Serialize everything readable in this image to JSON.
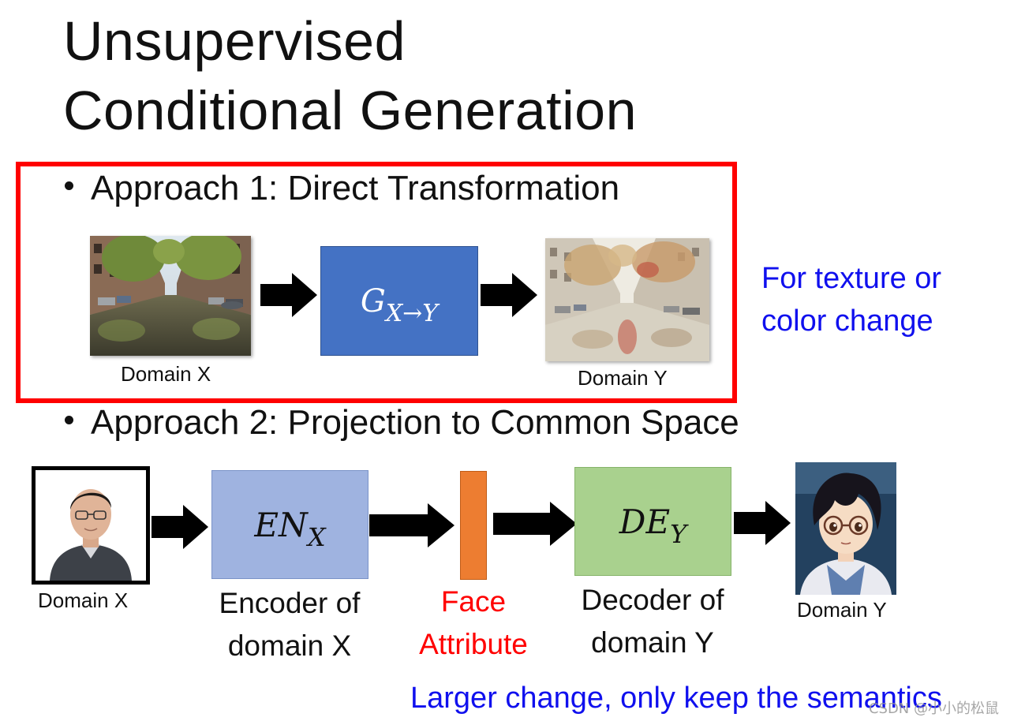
{
  "title": {
    "line1": "Unsupervised",
    "line2": "Conditional Generation"
  },
  "approach1": {
    "heading": "Approach 1: Direct Transformation",
    "domain_x_label": "Domain X",
    "domain_y_label": "Domain Y",
    "generator": {
      "main": "G",
      "sub": "X→Y"
    },
    "note_line1": "For texture or",
    "note_line2": "color change",
    "colors": {
      "generator_box": "#4472c4",
      "highlight_border": "#ff0000"
    }
  },
  "approach2": {
    "heading": "Approach 2: Projection to Common Space",
    "domain_x_label": "Domain X",
    "domain_y_label": "Domain Y",
    "encoder": {
      "main": "EN",
      "sub": "X",
      "caption_line1": "Encoder of",
      "caption_line2": "domain X"
    },
    "attribute": {
      "caption_line1": "Face",
      "caption_line2": "Attribute"
    },
    "decoder": {
      "main": "DE",
      "sub": "Y",
      "caption_line1": "Decoder of",
      "caption_line2": "domain Y"
    },
    "note": "Larger change, only keep the semantics",
    "colors": {
      "encoder_box": "#9fb3e0",
      "attribute_bar": "#ed7d31",
      "decoder_box": "#a9d18e",
      "attribute_text": "#ff0000",
      "note_text": "#1010ee"
    }
  },
  "watermark": "CSDN @小小的松鼠"
}
